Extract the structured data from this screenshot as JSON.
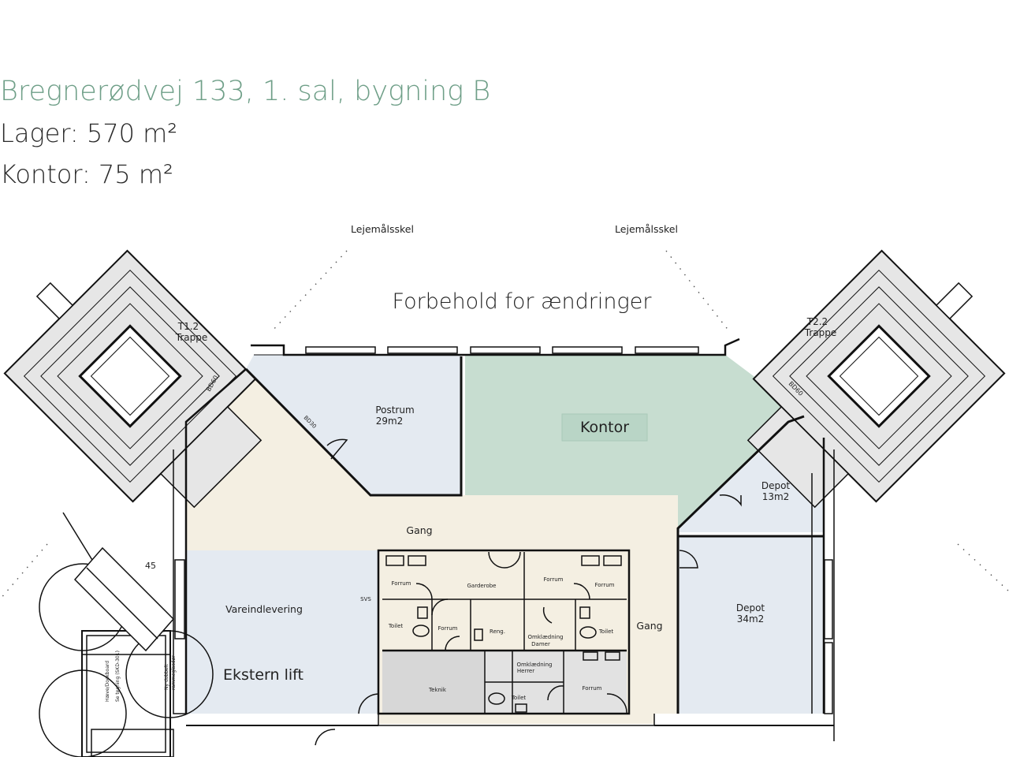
{
  "header": {
    "title": "Bregnerødvej 133, 1. sal, bygning B",
    "lager": "Lager: 570 m²",
    "kontor": "Kontor: 75 m²"
  },
  "plan": {
    "lease_boundary_left": "Lejemålsskel",
    "lease_boundary_right": "Lejemålsskel",
    "disclaimer": "Forbehold for ændringer",
    "stair_left_code": "T1.2",
    "stair_left_name": "Trappe",
    "stair_right_code": "T2.2",
    "stair_right_name": "Trappe",
    "door_rating_left": "BD60",
    "door_rating_right": "BD60",
    "door_rating_postrum": "BD30",
    "postrum_name": "Postrum",
    "postrum_area": "29m2",
    "kontor_label": "Kontor",
    "depot_small_name": "Depot",
    "depot_small_area": "13m2",
    "depot_large_name": "Depot",
    "depot_large_area": "34m2",
    "gang_center": "Gang",
    "gang_right": "Gang",
    "vareindlevering": "Vareindlevering",
    "ekstern_lift": "Ekstern lift",
    "svs": "SVS",
    "garderobe": "Garderobe",
    "forrum_1": "Forrum",
    "forrum_2": "Forrum",
    "forrum_3": "Forrum",
    "forrum_4": "Forrum",
    "forrum_5": "Forrum",
    "toilet_1": "Toilet",
    "toilet_2": "Toilet",
    "toilet_3": "Toilet",
    "reng": "Reng.",
    "omkl_damer_1": "Omklædning",
    "omkl_damer_2": "Damer",
    "omkl_herrer_1": "Omklædning",
    "omkl_herrer_2": "Herrer",
    "teknik": "Teknik",
    "stair_angle": "45",
    "ramp_note_1": "Hæve/Dockboard",
    "ramp_note_2": "Se tegning (SKD-301)",
    "ramp_note_3": "Ny dobbelt",
    "ramp_note_4": "rammeglasdør"
  },
  "colors": {
    "title_green": "#6f9f88",
    "kontor_fill": "#c7ddd0",
    "room_blue": "#e4eaf1",
    "corridor_beige": "#f4efe2",
    "stair_gray": "#e6e6e6",
    "teknik_gray": "#d7d7d7"
  }
}
